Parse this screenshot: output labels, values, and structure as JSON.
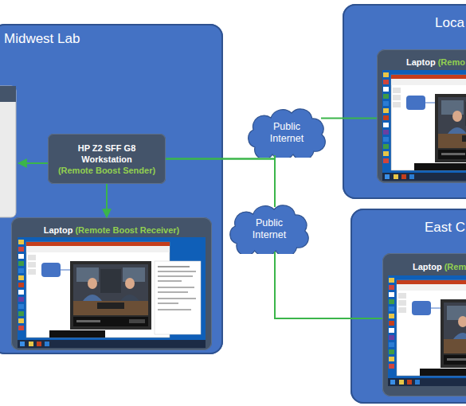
{
  "diagram": {
    "nodes": [
      {
        "text": [
          "Midwest Lab"
        ]
      },
      {
        "text": [
          "HP Z2 SFF G8 Workstation",
          "(Remote Boost Sender)"
        ],
        "in": 0
      },
      {
        "text": [
          "Laptop",
          "(Remote Boost Receiver)"
        ],
        "in": 0
      },
      {
        "text": [
          "Public Internet"
        ]
      },
      {
        "text": [
          "Public Internet"
        ]
      },
      {
        "text": [
          "Loca"
        ]
      },
      {
        "text": [
          "Laptop",
          "(Remo"
        ],
        "in": 5
      },
      {
        "text": [
          "East C"
        ]
      },
      {
        "text": [
          "Laptop",
          "(Rem"
        ],
        "in": 7
      }
    ],
    "edges": [
      {
        "from": 1,
        "to": 2,
        "arrow": "to"
      },
      {
        "from": 1,
        "to": 3,
        "arrow": "none"
      },
      {
        "from": 3,
        "to": 6,
        "arrow": "none"
      },
      {
        "from": 1,
        "to": 4,
        "arrow": "none"
      },
      {
        "from": 4,
        "to": 8,
        "arrow": "none"
      }
    ]
  }
}
